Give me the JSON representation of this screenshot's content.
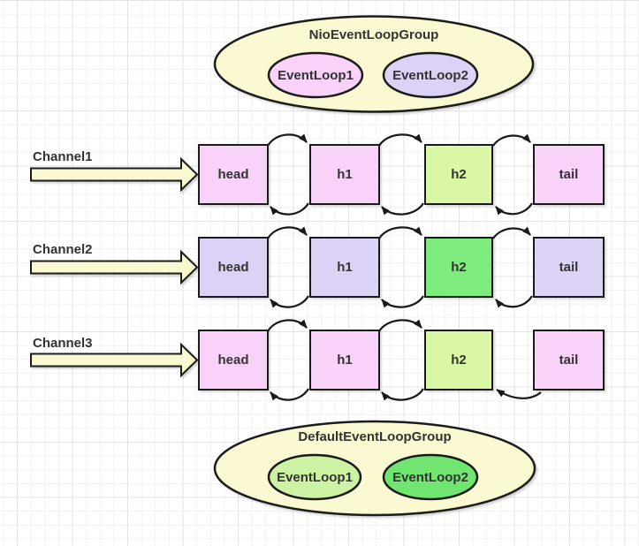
{
  "colors": {
    "pale_yellow": "#FBF9D1",
    "pink": "#F8D2F8",
    "lavender": "#DCD2F5",
    "light_green": "#D9F7A5",
    "bright_green": "#7EEB7E",
    "soft_green": "#CDF2A3",
    "deep_green": "#70E670",
    "stroke": "#1A1A1A",
    "text": "#333333",
    "grid_minor": "#F1F1F1",
    "grid_major": "#E3E3E3"
  },
  "top_group": {
    "title": "NioEventLoopGroup",
    "event_loops": [
      {
        "label": "EventLoop1",
        "color": "#F8D2F8"
      },
      {
        "label": "EventLoop2",
        "color": "#DCD2F5"
      }
    ]
  },
  "bottom_group": {
    "title": "DefaultEventLoopGroup",
    "event_loops": [
      {
        "label": "EventLoop1",
        "color": "#CDF2A3"
      },
      {
        "label": "EventLoop2",
        "color": "#70E670"
      }
    ]
  },
  "channels": [
    {
      "label": "Channel1",
      "pipeline": [
        {
          "label": "head",
          "color": "#F8D2F8"
        },
        {
          "label": "h1",
          "color": "#F8D2F8"
        },
        {
          "label": "h2",
          "color": "#D9F7A5"
        },
        {
          "label": "tail",
          "color": "#F8D2F8"
        }
      ]
    },
    {
      "label": "Channel2",
      "pipeline": [
        {
          "label": "head",
          "color": "#DCD2F5"
        },
        {
          "label": "h1",
          "color": "#DCD2F5"
        },
        {
          "label": "h2",
          "color": "#7EEB7E"
        },
        {
          "label": "tail",
          "color": "#DCD2F5"
        }
      ]
    },
    {
      "label": "Channel3",
      "pipeline": [
        {
          "label": "head",
          "color": "#F8D2F8"
        },
        {
          "label": "h1",
          "color": "#F8D2F8"
        },
        {
          "label": "h2",
          "color": "#D9F7A5"
        },
        {
          "label": "tail",
          "color": "#F8D2F8"
        }
      ]
    }
  ]
}
